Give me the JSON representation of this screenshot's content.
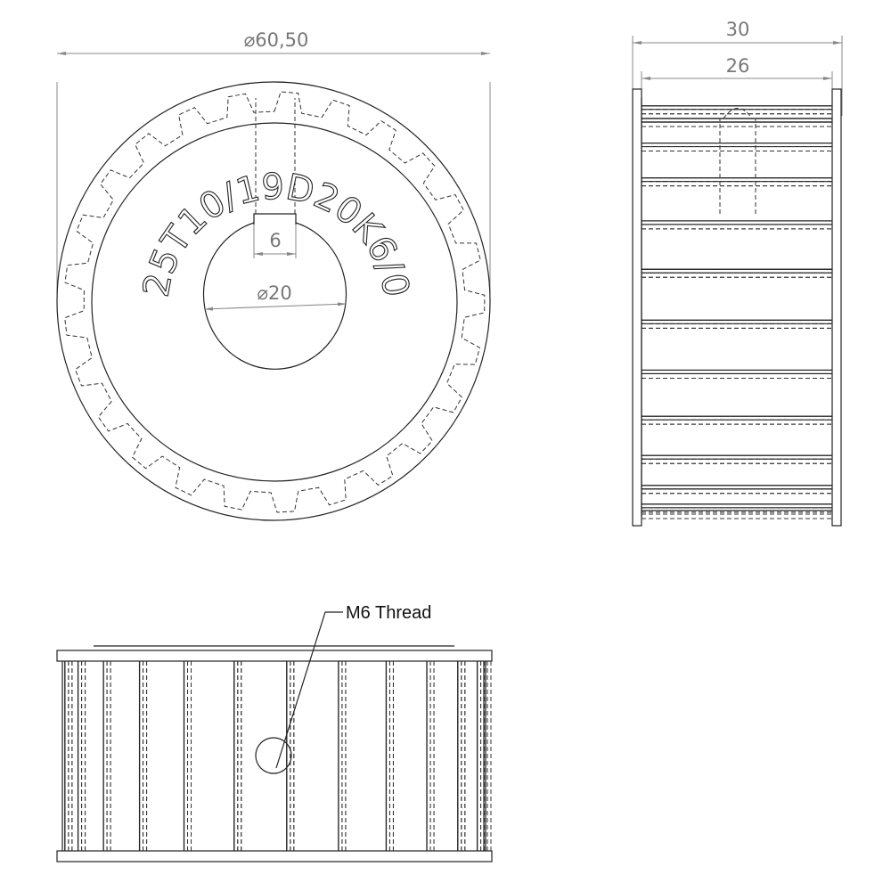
{
  "drawing": {
    "front_view": {
      "outer_diameter_label": "⌀60,50",
      "bore_diameter_label": "⌀20",
      "keyway_width_label": "6",
      "engraving": "25T10/19D20K6/0",
      "tooth_count": 25
    },
    "side_view": {
      "overall_width_label": "30",
      "body_width_label": "26"
    },
    "bottom_view": {
      "callout_label": "M6 Thread"
    },
    "colors": {
      "line": "#222222",
      "dimension": "#888888"
    }
  }
}
